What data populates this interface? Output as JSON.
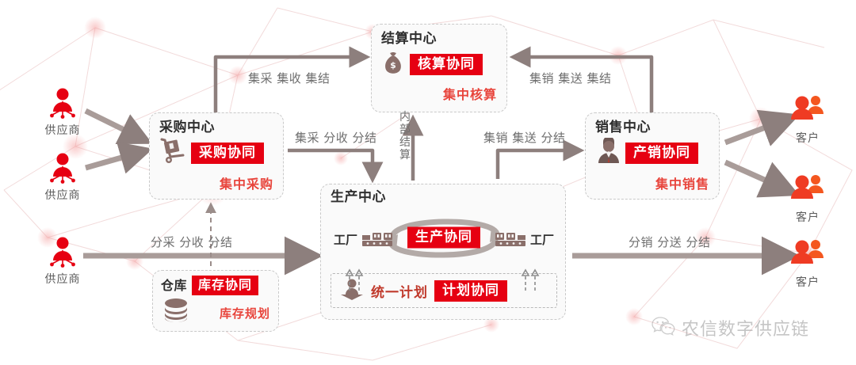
{
  "diagram": {
    "title": "农信数字供应链",
    "colors": {
      "badge_red": "#e60012",
      "sub_red": "#e8453c",
      "actor_red": "#e60012",
      "customer_orange": "#f04b23",
      "arrow_gray": "#8d7f7d",
      "card_border": "#c9c9c9",
      "label_gray": "#6e6e6e"
    }
  },
  "suppliers": [
    {
      "label": "供应商",
      "icon": "supplier-person-icon"
    },
    {
      "label": "供应商",
      "icon": "supplier-person-icon"
    },
    {
      "label": "供应商",
      "icon": "supplier-person-icon"
    }
  ],
  "customers": [
    {
      "label": "客户",
      "icon": "customer-group-icon"
    },
    {
      "label": "客户",
      "icon": "customer-group-icon"
    },
    {
      "label": "客户",
      "icon": "customer-group-icon"
    }
  ],
  "centers": {
    "settlement": {
      "title": "结算中心",
      "icon": "money-bag-icon",
      "badge": "核算协同",
      "sub": "集中核算"
    },
    "purchase": {
      "title": "采购中心",
      "icon": "hand-truck-icon",
      "badge": "采购协同",
      "sub": "集中采购"
    },
    "sales": {
      "title": "销售中心",
      "icon": "salesperson-icon",
      "badge": "产销协同",
      "sub": "集中销售"
    },
    "warehouse": {
      "title": "仓库",
      "icon": "stacked-disks-icon",
      "badge": "库存协同",
      "sub": "库存规划"
    },
    "production": {
      "title": "生产中心",
      "badge": "生产协同",
      "factory_left": "工厂",
      "factory_right": "工厂",
      "factory_icon": "factory-icon",
      "cycle_icon": "cycle-arrows-icon",
      "plan": {
        "icon": "plan-person-icon",
        "text": "统一计划",
        "badge": "计划协同"
      }
    }
  },
  "flows": [
    {
      "id": "purchase-to-settlement",
      "label": "集采 集收 集结"
    },
    {
      "id": "sales-to-settlement",
      "label": "集销 集送 集结"
    },
    {
      "id": "purchase-to-production",
      "label": "集采 分收 分结"
    },
    {
      "id": "production-to-sales",
      "label": "集销 集送 分结"
    },
    {
      "id": "supplier-to-production",
      "label": "分采 分收 分结"
    },
    {
      "id": "production-to-customer",
      "label": "分销 分送 分结"
    },
    {
      "id": "internal-settlement",
      "label": "内部结算"
    }
  ],
  "watermark": {
    "icon": "wechat-icon",
    "text": "农信数字供应链"
  }
}
